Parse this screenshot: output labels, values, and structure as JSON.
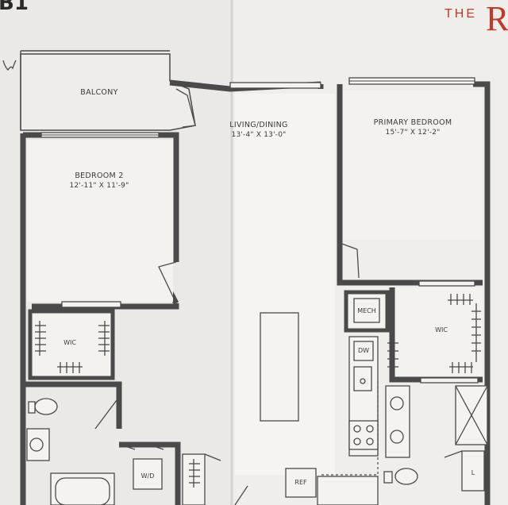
{
  "plan": {
    "unit_code": "B1",
    "brand_prefix": "THE",
    "brand_initial": "R",
    "rooms": {
      "balcony": {
        "name": "BALCONY"
      },
      "bedroom2": {
        "name": "BEDROOM 2",
        "dims": "12'-11\" X 11'-9\""
      },
      "living_dining": {
        "name": "LIVING/DINING",
        "dims": "13'-4\" X 13'-0\""
      },
      "primary_bedroom": {
        "name": "PRIMARY BEDROOM",
        "dims": "15'-7\" X 12'-2\""
      },
      "wic_left": {
        "name": "WIC"
      },
      "wic_right": {
        "name": "WIC"
      },
      "mech": {
        "name": "MECH"
      }
    },
    "fixtures": {
      "dishwasher": "DW",
      "washer_dryer": "W/D",
      "refrigerator": "REF",
      "linen": "L"
    }
  }
}
